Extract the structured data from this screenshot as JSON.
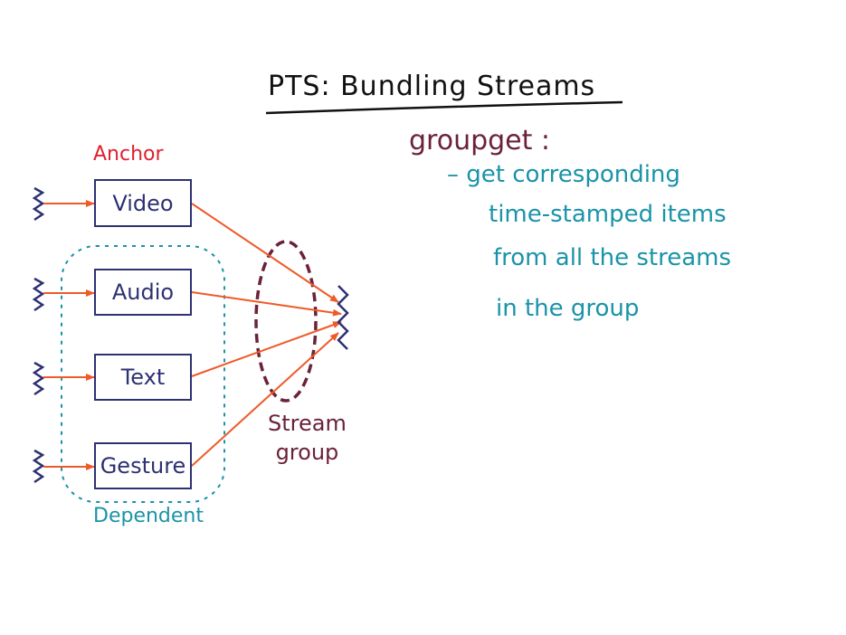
{
  "title": "PTS: Bundling Streams",
  "labels": {
    "anchor": "Anchor",
    "dependent": "Dependent",
    "stream_group_line1": "Stream",
    "stream_group_line2": "group"
  },
  "streams": [
    "Video",
    "Audio",
    "Text",
    "Gesture"
  ],
  "notes": {
    "heading": "groupget :",
    "lines": [
      "– get corresponding",
      "time-stamped items",
      "from all the streams",
      "in the group"
    ]
  },
  "colors": {
    "title": "#111111",
    "box": "#2e3172",
    "arrow": "#ef5a28",
    "anchor": "#e0202e",
    "dependent": "#1a93a8",
    "stream_group": "#6b2238",
    "notes_heading": "#6b2238",
    "notes_body": "#1a93a8"
  }
}
